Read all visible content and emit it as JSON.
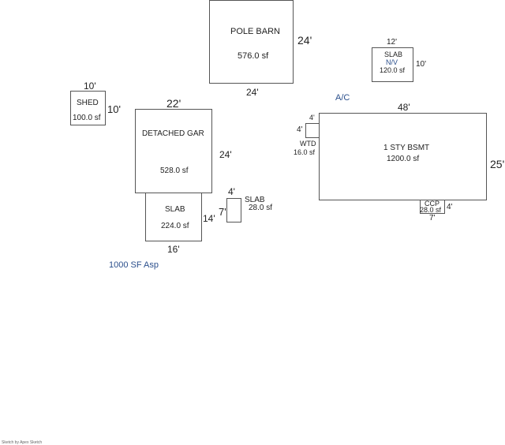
{
  "footer": "Sketch by Apex Sketch",
  "shapes": {
    "pole_barn": {
      "name": "POLE BARN",
      "area": "576.0 sf",
      "side_dim": "24'",
      "bottom_dim": "24'"
    },
    "slab_nv": {
      "top_dim": "12'",
      "name": "SLAB",
      "note": "N/V",
      "area": "120.0 sf",
      "side_dim": "10'"
    },
    "shed": {
      "top_dim": "10'",
      "name": "SHED",
      "area": "100.0 sf",
      "side_dim": "10'"
    },
    "detached_garage": {
      "top_dim": "22'",
      "name": "DETACHED GAR",
      "area": "528.0 sf",
      "side_dim": "24'"
    },
    "garage_slab": {
      "name": "SLAB",
      "area": "224.0 sf",
      "side_dim": "14'",
      "bottom_dim": "16'"
    },
    "small_slab": {
      "top_dim": "4'",
      "side_dim": "7'",
      "name": "SLAB",
      "area": "28.0 sf"
    },
    "wtd": {
      "top_dim": "4'",
      "side_dim": "4'",
      "name": "WTD",
      "area": "16.0 sf"
    },
    "main_house": {
      "top_dim": "48'",
      "name": "1 STY BSMT",
      "area": "1200.0 sf",
      "side_dim": "25'"
    },
    "ccp": {
      "name": "CCP",
      "area": "28.0 sf",
      "side_dim": "4'",
      "bottom_dim": "7'"
    }
  },
  "labels": {
    "ac": "A/C",
    "asphalt": "1000 SF Asp"
  },
  "colors": {
    "line": "#555555",
    "text": "#222222",
    "note": "#2b4f8c"
  }
}
